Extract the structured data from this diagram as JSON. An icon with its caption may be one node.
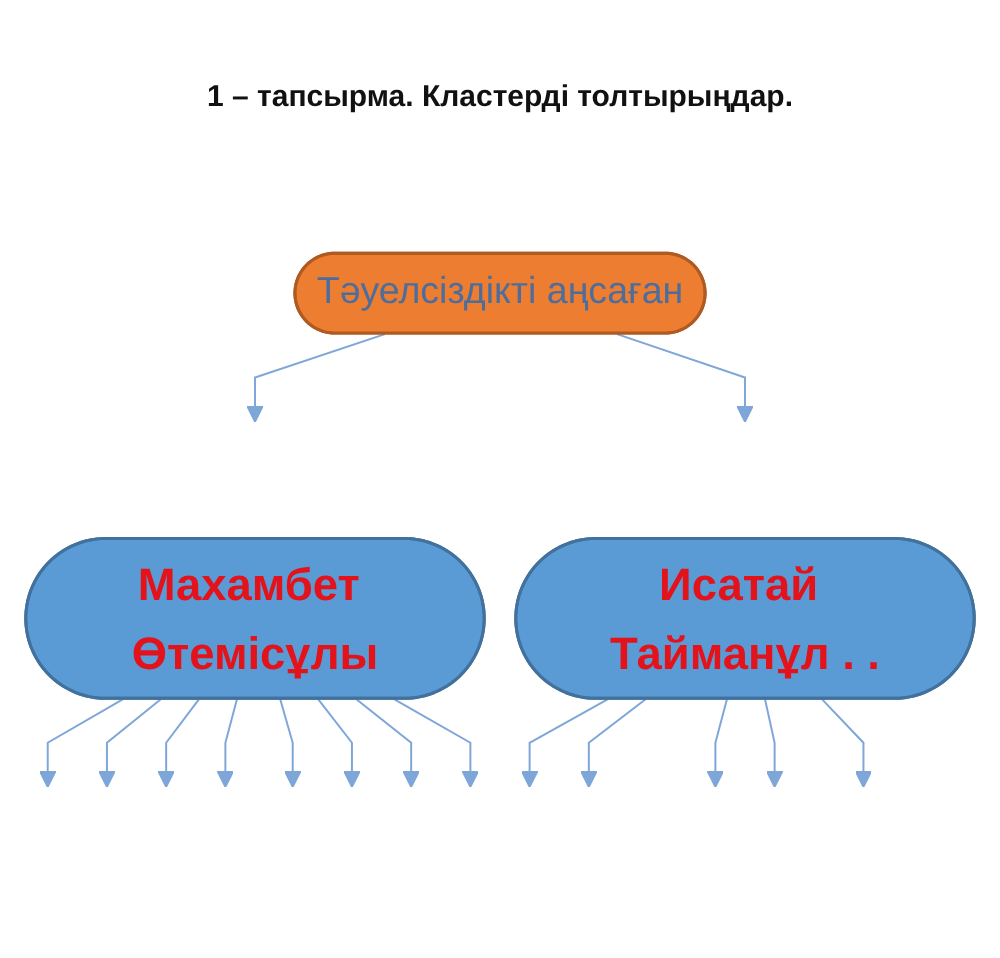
{
  "diagram": {
    "title": "1 – тапсырма. Кластерді толтырыңдар.",
    "nodes": [
      {
        "text": [
          "Тәуелсіздікті аңсаған"
        ]
      },
      {
        "text": [
          "Махамбет Өтемісұлы"
        ]
      },
      {
        "text": [
          "Исатай Тайманұл . ."
        ]
      }
    ],
    "edges": [
      {
        "from": 0,
        "to": null,
        "arrow": "to"
      },
      {
        "from": 0,
        "to": null,
        "arrow": "to"
      },
      {
        "from": 1,
        "to": null,
        "arrow": "to"
      },
      {
        "from": 1,
        "to": null,
        "arrow": "to"
      },
      {
        "from": 1,
        "to": null,
        "arrow": "to"
      },
      {
        "from": 1,
        "to": null,
        "arrow": "to"
      },
      {
        "from": 1,
        "to": null,
        "arrow": "to"
      },
      {
        "from": 1,
        "to": null,
        "arrow": "to"
      },
      {
        "from": 1,
        "to": null,
        "arrow": "to"
      },
      {
        "from": 1,
        "to": null,
        "arrow": "to"
      },
      {
        "from": 2,
        "to": null,
        "arrow": "to"
      },
      {
        "from": 2,
        "to": null,
        "arrow": "to"
      },
      {
        "from": 2,
        "to": null,
        "arrow": "to"
      },
      {
        "from": 2,
        "to": null,
        "arrow": "to"
      },
      {
        "from": 2,
        "to": null,
        "arrow": "to"
      }
    ]
  }
}
